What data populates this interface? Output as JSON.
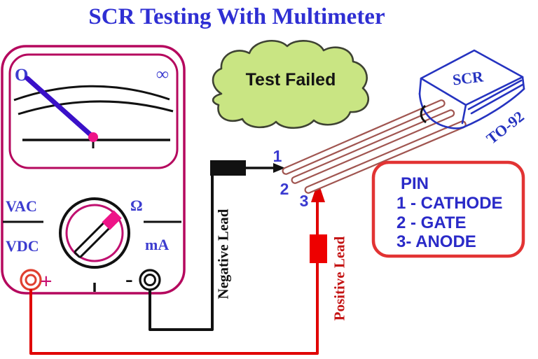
{
  "title": "SCR Testing With Multimeter",
  "status_cloud": {
    "text": "Test Failed"
  },
  "multimeter": {
    "display": {
      "zero_label": "O",
      "infinity_label": "∞"
    },
    "mode_labels": {
      "vac": "VAC",
      "vdc": "VDC",
      "ohms": "Ω",
      "milliamps": "mA"
    },
    "terminals": {
      "positive": "+",
      "negative": "-"
    }
  },
  "scr": {
    "package_label": "SCR",
    "package_type": "TO-92",
    "pin_numbers": [
      "1",
      "2",
      "3"
    ]
  },
  "pin_info_box": {
    "heading": "PIN",
    "lines": [
      "1 - CATHODE",
      "2 - GATE",
      "3- ANODE"
    ]
  },
  "probe_labels": {
    "negative": "Negative Lead",
    "positive": "Positive Lead"
  },
  "colors": {
    "crimson_body": "#b5085e",
    "hot_pink": "#ee1488",
    "wire_red": "#e00000",
    "box_red": "#e23333",
    "lead_brown": "#a05550",
    "title_blue": "#2f2fd3",
    "label_blue": "#3c3ccf",
    "package_blue": "#2533c0",
    "cloud_green": "#c9e583"
  }
}
